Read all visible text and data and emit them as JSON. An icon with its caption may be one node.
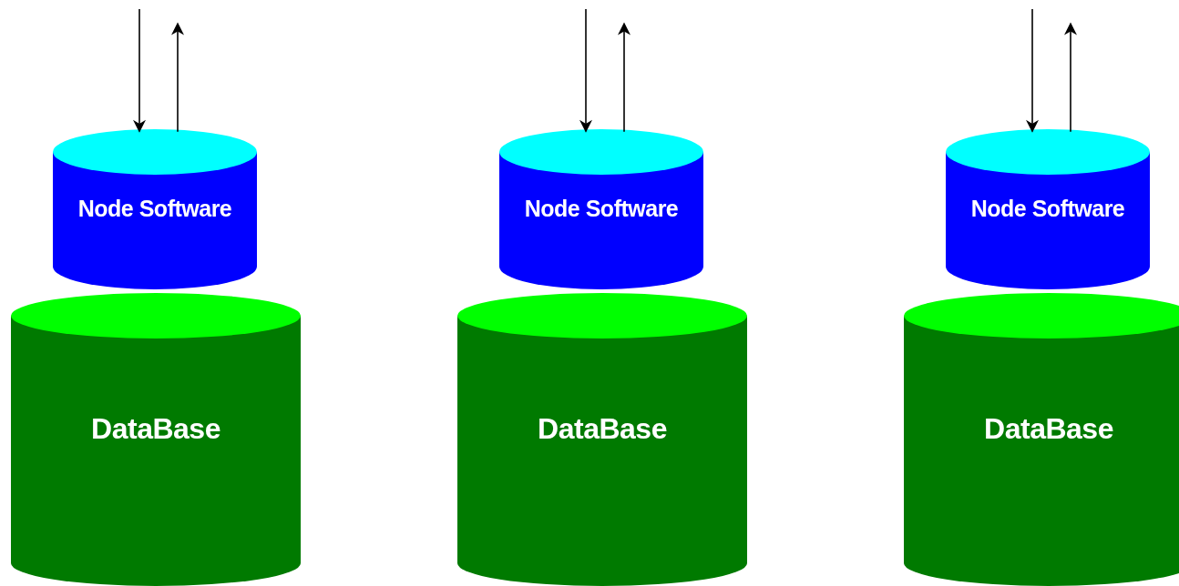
{
  "diagram": {
    "nodes": [
      {
        "text": [
          "Node Software"
        ]
      },
      {
        "text": [
          "DataBase"
        ]
      },
      {
        "text": [
          "Node Software"
        ]
      },
      {
        "text": [
          "DataBase"
        ]
      },
      {
        "text": [
          "Node Software"
        ]
      },
      {
        "text": [
          "DataBase"
        ]
      }
    ],
    "edges": [
      {
        "from": null,
        "to": 0,
        "arrow": "to"
      },
      {
        "from": 0,
        "to": null,
        "arrow": "to"
      },
      {
        "from": null,
        "to": 2,
        "arrow": "to"
      },
      {
        "from": 2,
        "to": null,
        "arrow": "to"
      },
      {
        "from": null,
        "to": 4,
        "arrow": "to"
      },
      {
        "from": 4,
        "to": null,
        "arrow": "to"
      }
    ]
  }
}
